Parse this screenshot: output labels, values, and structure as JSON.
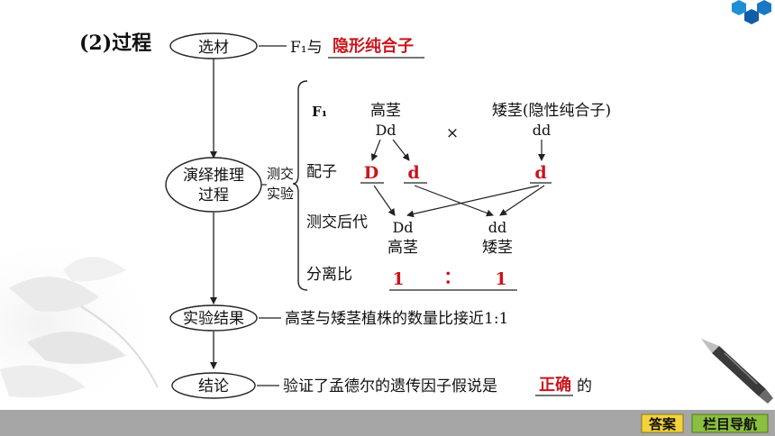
{
  "section": {
    "title": "(2)过程"
  },
  "flow": {
    "select_label": "选材",
    "select_note_prefix": "F₁与",
    "select_note_answer": "隐形纯合子",
    "deduce_label_line1": "演绎推理",
    "deduce_label_line2": "过程",
    "testcross_line1": "测交",
    "testcross_line2": "实验",
    "result_label": "实验结果",
    "result_note": "高茎与矮茎植株的数量比接近1:1",
    "conclusion_label": "结论",
    "conclusion_prefix": "验证了孟德尔的遗传因子假说是",
    "conclusion_answer": "正确",
    "conclusion_suffix": "的"
  },
  "cross": {
    "f1_label": "F₁",
    "p1_phenotype": "高茎",
    "p1_genotype": "Dd",
    "times_symbol": "×",
    "p2_phenotype": "矮茎(隐性纯合子)",
    "p2_genotype": "dd",
    "gamete_label": "配子",
    "gamete_1": "D",
    "gamete_2": "d",
    "gamete_3": "d",
    "offspring_label": "测交后代",
    "off1_genotype": "Dd",
    "off1_phenotype": "高茎",
    "off2_genotype": "dd",
    "off2_phenotype": "矮茎",
    "ratio_label": "分离比",
    "ratio_left": "1",
    "ratio_colon": "：",
    "ratio_right": "1"
  },
  "nav": {
    "answer_button": "答案",
    "nav_button": "栏目导航"
  },
  "colors": {
    "answer_red": "#c8161d",
    "footer_gray": "#a6a6a6",
    "button_green": "#8bbf3f",
    "button_yellow": "#f3d23b"
  }
}
